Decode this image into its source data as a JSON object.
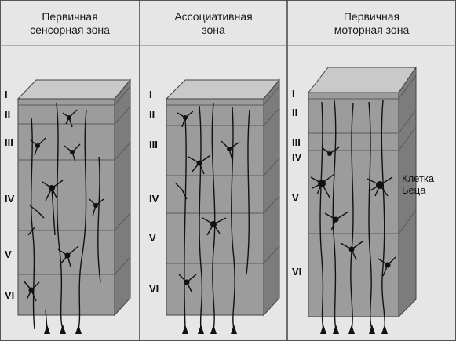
{
  "columns": [
    {
      "title": "Первичная\nсенсорная зона",
      "layers": [
        "I",
        "II",
        "III",
        "IV",
        "V",
        "VI"
      ]
    },
    {
      "title": "Ассоциативная\nзона",
      "layers": [
        "I",
        "II",
        "III",
        "IV",
        "V",
        "VI"
      ]
    },
    {
      "title": "Первичная\nмоторная зона",
      "layers": [
        "I",
        "II",
        "III",
        "IV",
        "V",
        "VI"
      ]
    }
  ],
  "betz_label": "Клетка\nБеца",
  "colors": {
    "background": "#e6e6e6",
    "block_front": "#9a9a9a",
    "block_top": "#c8c8c8",
    "block_side": "#7d7d7d",
    "neuron": "#111111"
  }
}
